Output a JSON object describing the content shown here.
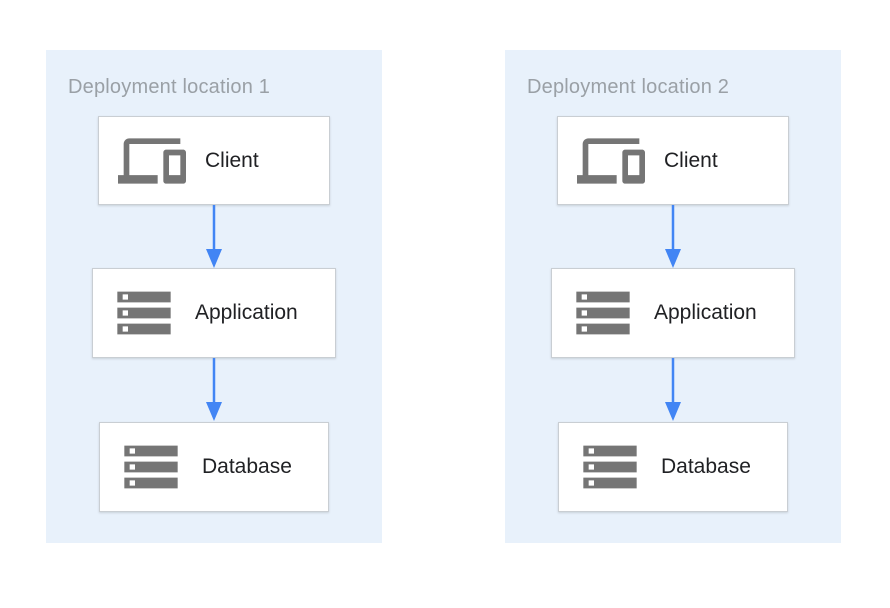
{
  "diagram": {
    "locations": [
      {
        "title": "Deployment location 1",
        "nodes": [
          {
            "label": "Client",
            "icon": "devices-icon"
          },
          {
            "label": "Application",
            "icon": "server-stack-icon"
          },
          {
            "label": "Database",
            "icon": "server-stack-icon"
          }
        ],
        "connections": [
          {
            "from": "Client",
            "to": "Application"
          },
          {
            "from": "Application",
            "to": "Database"
          }
        ]
      },
      {
        "title": "Deployment location 2",
        "nodes": [
          {
            "label": "Client",
            "icon": "devices-icon"
          },
          {
            "label": "Application",
            "icon": "server-stack-icon"
          },
          {
            "label": "Database",
            "icon": "server-stack-icon"
          }
        ],
        "connections": [
          {
            "from": "Client",
            "to": "Application"
          },
          {
            "from": "Application",
            "to": "Database"
          }
        ]
      }
    ],
    "colors": {
      "panel_bg": "#e8f1fb",
      "arrow": "#4285f4",
      "icon_gray": "#757575",
      "title_text": "#9aa0a6",
      "node_text": "#202124",
      "node_border": "#c9ced3",
      "node_bg": "#ffffff",
      "page_bg": "#ffffff"
    }
  }
}
